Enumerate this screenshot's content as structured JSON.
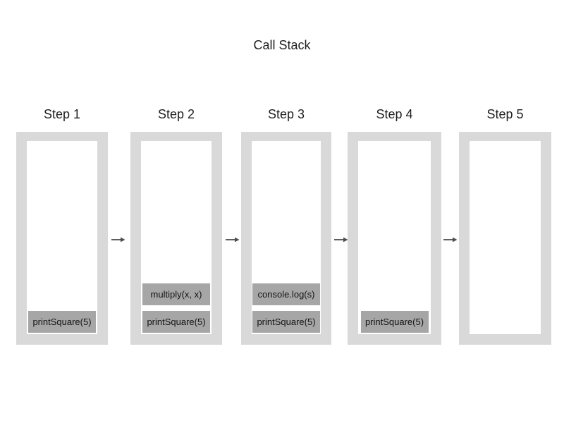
{
  "title": "Call Stack",
  "colors": {
    "container_gray": "#d9d9d9",
    "frame_gray": "#a6a6a6",
    "arrow_gray": "#4d4d4d",
    "text_dark": "#1f1f1f"
  },
  "steps": [
    {
      "label": "Step 1",
      "frames": [
        "printSquare(5)"
      ]
    },
    {
      "label": "Step 2",
      "frames": [
        "multiply(x, x)",
        "printSquare(5)"
      ]
    },
    {
      "label": "Step 3",
      "frames": [
        "console.log(s)",
        "printSquare(5)"
      ]
    },
    {
      "label": "Step 4",
      "frames": [
        "printSquare(5)"
      ]
    },
    {
      "label": "Step 5",
      "frames": []
    }
  ],
  "arrow_icon": "right-arrow"
}
